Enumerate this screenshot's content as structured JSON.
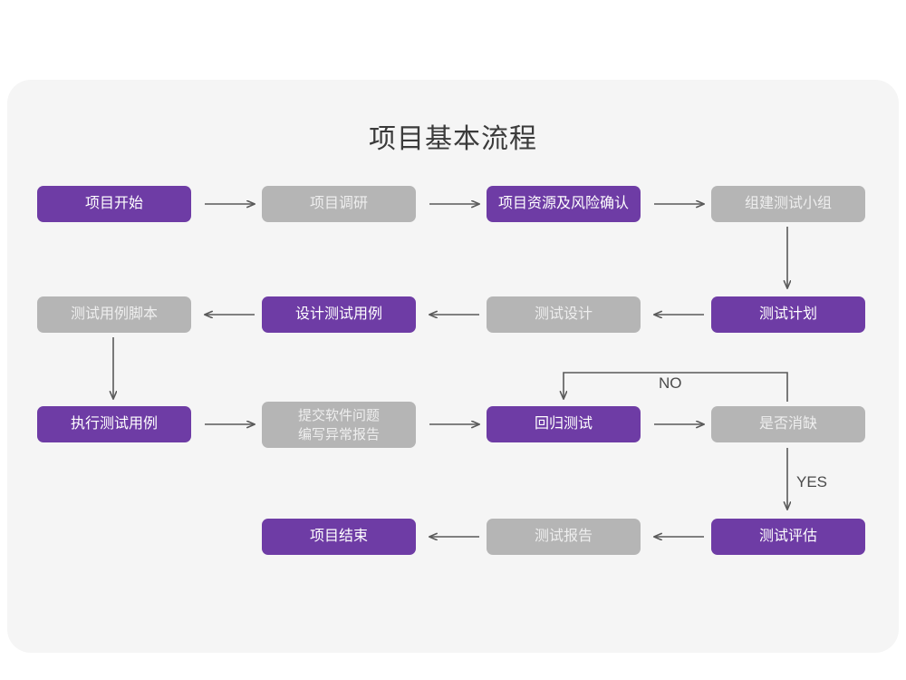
{
  "title": "项目基本流程",
  "colors": {
    "purple": "#6E3CA5",
    "gray": "#B5B5B5",
    "panel": "#F5F5F5",
    "background": "#FFFFFF",
    "connector": "#5A5A5A",
    "title_text": "#3B3B3B"
  },
  "nodes": [
    {
      "id": "n1",
      "label": "项目开始",
      "style": "purple"
    },
    {
      "id": "n2",
      "label": "项目调研",
      "style": "gray"
    },
    {
      "id": "n3",
      "label": "项目资源及风险确认",
      "style": "purple"
    },
    {
      "id": "n4",
      "label": "组建测试小组",
      "style": "gray"
    },
    {
      "id": "n5",
      "label": "测试计划",
      "style": "purple"
    },
    {
      "id": "n6",
      "label": "测试设计",
      "style": "gray"
    },
    {
      "id": "n7",
      "label": "设计测试用例",
      "style": "purple"
    },
    {
      "id": "n8",
      "label": "测试用例脚本",
      "style": "gray"
    },
    {
      "id": "n9",
      "label": "执行测试用例",
      "style": "purple"
    },
    {
      "id": "n10",
      "label": "提交软件问题\n编写异常报告",
      "style": "gray"
    },
    {
      "id": "n11",
      "label": "回归测试",
      "style": "purple"
    },
    {
      "id": "n12",
      "label": "是否消缺",
      "style": "gray"
    },
    {
      "id": "n13",
      "label": "测试评估",
      "style": "purple"
    },
    {
      "id": "n14",
      "label": "测试报告",
      "style": "gray"
    },
    {
      "id": "n15",
      "label": "项目结束",
      "style": "purple"
    }
  ],
  "edge_labels": {
    "no": "NO",
    "yes": "YES"
  },
  "flow": [
    {
      "from": "项目开始",
      "to": "项目调研",
      "direction": "right"
    },
    {
      "from": "项目调研",
      "to": "项目资源及风险确认",
      "direction": "right"
    },
    {
      "from": "项目资源及风险确认",
      "to": "组建测试小组",
      "direction": "right"
    },
    {
      "from": "组建测试小组",
      "to": "测试计划",
      "direction": "down"
    },
    {
      "from": "测试计划",
      "to": "测试设计",
      "direction": "left"
    },
    {
      "from": "测试设计",
      "to": "设计测试用例",
      "direction": "left"
    },
    {
      "from": "设计测试用例",
      "to": "测试用例脚本",
      "direction": "left"
    },
    {
      "from": "测试用例脚本",
      "to": "执行测试用例",
      "direction": "down"
    },
    {
      "from": "执行测试用例",
      "to": "提交软件问题编写异常报告",
      "direction": "right"
    },
    {
      "from": "提交软件问题编写异常报告",
      "to": "回归测试",
      "direction": "right"
    },
    {
      "from": "回归测试",
      "to": "是否消缺",
      "direction": "right"
    },
    {
      "from": "是否消缺",
      "to": "回归测试",
      "direction": "loop",
      "label": "NO"
    },
    {
      "from": "是否消缺",
      "to": "测试评估",
      "direction": "down",
      "label": "YES"
    },
    {
      "from": "测试评估",
      "to": "测试报告",
      "direction": "left"
    },
    {
      "from": "测试报告",
      "to": "项目结束",
      "direction": "left"
    }
  ]
}
